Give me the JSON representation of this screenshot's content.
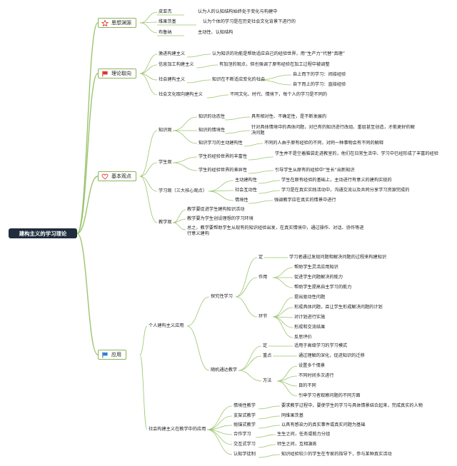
{
  "root": {
    "label": "建构主义的学习理论"
  },
  "categories": {
    "sixiang": {
      "label": "思想渊源",
      "icon": "star-outline-icon"
    },
    "lilun": {
      "label": "理论取向",
      "icon": "red-flag-icon"
    },
    "jiben": {
      "label": "基本观点",
      "icon": "heart-outline-icon"
    },
    "yingyong": {
      "label": "应用",
      "icon": "blue-flag-icon"
    }
  },
  "sixiang": {
    "items": [
      {
        "name": "皮亚杰",
        "desc": "认为人的认知结构始终处于变化与构建中"
      },
      {
        "name": "维果茨基",
        "desc": "认为个体的学习是在历史社会文化背景下进行的"
      },
      {
        "name": "布鲁纳",
        "desc": "主动性、认知结构"
      }
    ]
  },
  "lilun": {
    "jijin": {
      "name": "激进构建主义",
      "desc": "认为知识的功能是帮助适应自己的经验世界，用“生产力”代替“真理”"
    },
    "xinxi": {
      "name": "信息加工构建主义",
      "desc": "有加涅的观点，但也强调了原有经验在加工过程中被调整"
    },
    "shehui": {
      "name": "社会建构主义",
      "desc": "知识在不断适应变化的社会",
      "sub1": "自上而下的学习：间接经验",
      "sub2": "自下而上的学习：直接经验"
    },
    "wenhua": {
      "name": "社会文化取向建构主义",
      "desc": "不同文化、时代、情境下，每个人的学习是不同的"
    }
  },
  "jiben": {
    "zhishi": {
      "label": "知识观",
      "items": [
        {
          "name": "知识的动态性",
          "desc": "具有相对性、不确定性，是不断发展的"
        },
        {
          "name": "知识的情境性",
          "desc": "针对具体情境中的具体问题，对已有的知识进行改组、重组甚至创造，才能更好的解决问题"
        },
        {
          "name": "知识学习的主动建构性",
          "desc": "不同的人由于原有经验的不同，对同一种事物会有不同的解释"
        }
      ]
    },
    "xuesheng": {
      "label": "学生观",
      "items": [
        {
          "name": "学生的经验世界的丰富性",
          "desc": "学生并不是空着脑袋走进教室的，他们在日常生活中、学习中已经形成了丰富的经验"
        },
        {
          "name": "学生的经验世界的差异性",
          "desc": "引导学生从原有的经验中“生长”出新知识"
        }
      ]
    },
    "xuexi": {
      "label": "学习观（三大核心观点）",
      "items": [
        {
          "name": "主动建构性",
          "desc": "学生在原有经验的基础上，主动进行有意义的建构实现的"
        },
        {
          "name": "社会互动性",
          "desc": "学习是在真实实践活动中，沟通交流以及共同分享学习资源完成的"
        },
        {
          "name": "情境性",
          "desc": "强调教学应在真实的情景中进行"
        }
      ]
    },
    "jiaoxue": {
      "label": "教学观",
      "items": [
        "教学要促进学生建构知识活动",
        "教学要为学生创设理想的学习环境",
        "总之，教学要帮助学生从现有的知识经验出发，在真实情境中，通过操作、对话、协作等进行意义建构"
      ]
    }
  },
  "yingyong": {
    "geren": {
      "label": "个人建构主义应用",
      "tanjiu": {
        "label": "探究性学习",
        "def": {
          "name": "定",
          "desc": "学习者通过发现问题和解决问题的过程来构建知识"
        },
        "zuoyong": {
          "label": "作用",
          "items": [
            "帮助学生灵活应用知识",
            "促进学生问题解决的能力",
            "帮助学生提高自主学习的能力"
          ]
        },
        "huanjie": {
          "label": "环节",
          "items": [
            "提出驱动性问题",
            "形成具体问题，且让学生形成解决问题的计划",
            "对计划进行实施",
            "形成和交流结果",
            "反思评价"
          ]
        }
      },
      "suiji": {
        "label": "随机通达教学",
        "def": {
          "name": "定",
          "desc": "适用于高级学习的学习模式"
        },
        "zhongdian": {
          "name": "重点",
          "desc": "通过理解的深化，促进知识的迁移"
        },
        "fangfa": {
          "label": "方法",
          "items": [
            "设置多个情景",
            "不同时间多次进行",
            "目的不同",
            "引申学习者观察问题的不同方面"
          ]
        }
      }
    },
    "shehui": {
      "label": "社会构建主义在教学中的应用",
      "items": [
        {
          "name": "情境性教学",
          "desc": "要求教学过程中，要使学生的学习与具体情景结合起来，完成真实的人物"
        },
        {
          "name": "支架式教学",
          "desc": "同维果茨基"
        },
        {
          "name": "抛锚式教学",
          "desc": "以具有感染力的真实事件或真实问题为基础"
        },
        {
          "name": "合作学习",
          "desc": "生生之间，任务或能力分组"
        },
        {
          "name": "交互式学习",
          "desc": "师生之间，互相演练"
        },
        {
          "name": "认知学徒制",
          "desc": "知识经验较少的学生在专家的指导下，参与某种真实活动"
        }
      ]
    }
  },
  "colors": {
    "line": "#9cc46e",
    "root_bg": "#1f2d3d",
    "box_border": "#8cb55a",
    "red": "#e03131",
    "blue": "#2f7fd6"
  }
}
